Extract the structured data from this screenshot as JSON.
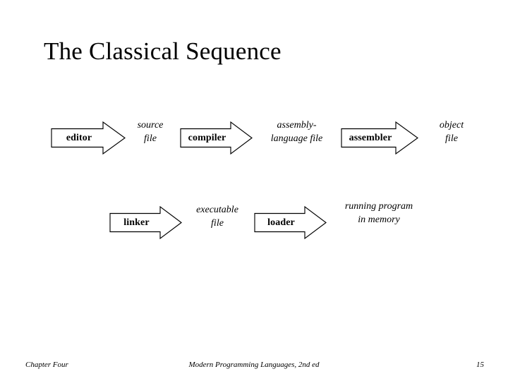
{
  "slide": {
    "title": "The Classical Sequence",
    "background_color": "#ffffff",
    "text_color": "#000000",
    "page_size": "720x540"
  },
  "diagram": {
    "type": "flow",
    "description": "Classical compilation toolchain sequence",
    "row1": {
      "processes": [
        {
          "label": "editor"
        },
        {
          "label": "compiler"
        },
        {
          "label": "assembler"
        }
      ],
      "artifacts": [
        {
          "label": "source\nfile"
        },
        {
          "label": "assembly-\nlanguage file"
        },
        {
          "label": "object\nfile"
        }
      ]
    },
    "row2": {
      "processes": [
        {
          "label": "linker"
        },
        {
          "label": "loader"
        }
      ],
      "artifacts": [
        {
          "label": "executable\nfile"
        },
        {
          "label": "running program\nin memory"
        }
      ]
    },
    "arrow_style": {
      "fill": "#ffffff",
      "stroke": "#000000"
    }
  },
  "footer": {
    "chapter": "Chapter Four",
    "book": "Modern Programming Languages, 2nd ed",
    "page_number": "15"
  }
}
